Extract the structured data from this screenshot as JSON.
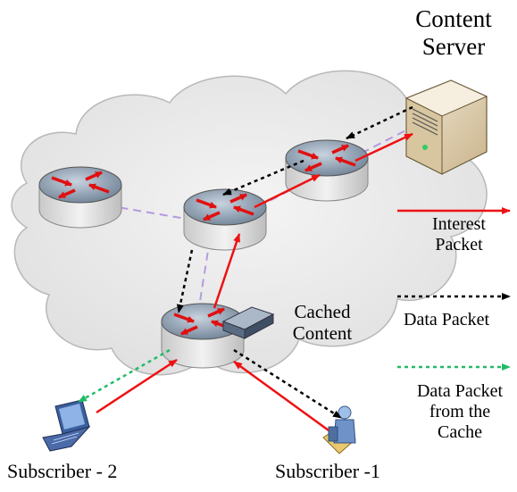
{
  "labels": {
    "content_server_line1": "Content",
    "content_server_line2": "Server",
    "cached_line1": "Cached",
    "cached_line2": "Content",
    "subscriber_2": "Subscriber - 2",
    "subscriber_1": "Subscriber -1"
  },
  "legend": {
    "interest_line1": "Interest",
    "interest_line2": "Packet",
    "data_packet": "Data Packet",
    "cache_line1": "Data Packet",
    "cache_line2": "from the",
    "cache_line3": "Cache"
  },
  "colors": {
    "interest": "#ee1111",
    "data": "#000000",
    "cache": "#22bb66",
    "link": "#b59ae0",
    "cloud": "#eaeaea",
    "cloud_edge": "#b8b8b8",
    "router_top": "#8899aa",
    "router_body": "#d4d4d4"
  }
}
